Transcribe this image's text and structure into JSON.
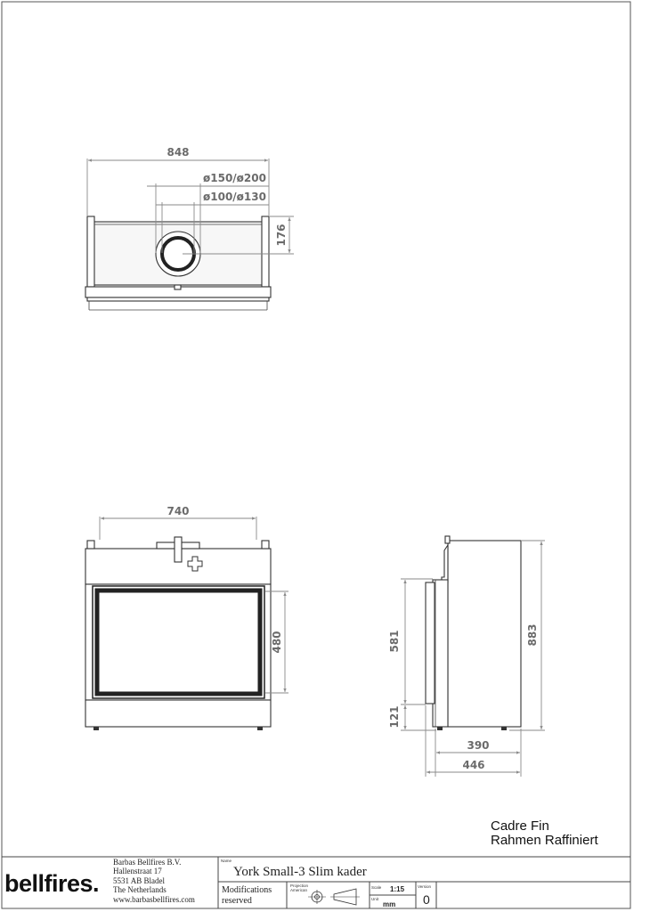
{
  "drawing": {
    "top_view": {
      "width_label": "848",
      "flue_outer_label": "ø150/ø200",
      "flue_inner_label": "ø100/ø130",
      "flue_offset_label": "176"
    },
    "front_view": {
      "width_label": "740",
      "window_height_label": "480"
    },
    "side_view": {
      "total_height_label": "883",
      "window_height_label": "581",
      "base_height_label": "121",
      "depth_inner_label": "390",
      "depth_outer_label": "446"
    }
  },
  "caption": {
    "line1": "Cadre Fin",
    "line2": "Rahmen Raffiniert"
  },
  "title_block": {
    "logo_text": "bellfires.",
    "company": "Barbas Bellfires B.V.",
    "street": "Hallenstraat 17",
    "city": "5531 AB Bladel",
    "country": "The Netherlands",
    "website": "www.barbasbellfires.com",
    "name_caption": "Name",
    "product_name": "York Small-3 Slim kader",
    "modifications_line1": "Modifications",
    "modifications_line2": "reserved",
    "projection_caption_1": "Projection",
    "projection_caption_2": "American",
    "scale_caption": "Scale",
    "scale_value": "1:15",
    "unit_caption": "Unit",
    "unit_value": "mm",
    "version_caption": "Version",
    "version_value": "0"
  }
}
